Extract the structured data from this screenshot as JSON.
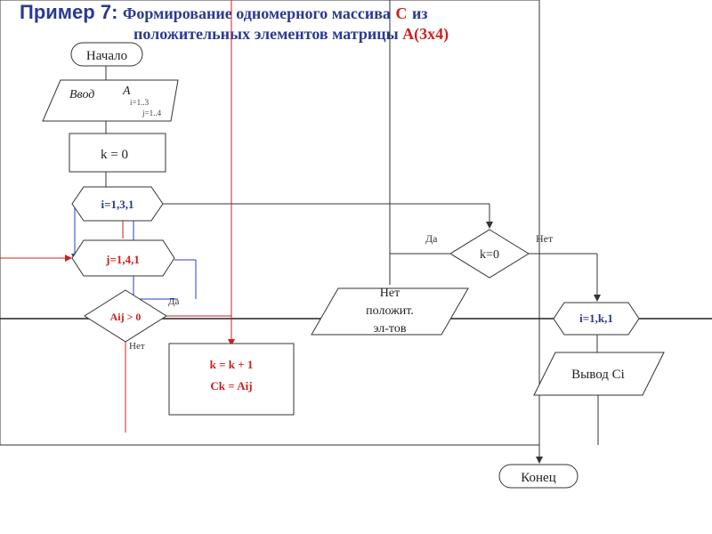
{
  "title": {
    "label": "Пример 7:",
    "line1": "Формирование одномерного массива",
    "array_name": "C",
    "line1_end": "из",
    "line2": "положительных элементов матрицы",
    "matrix": "A(3x4)"
  },
  "nodes": {
    "start": "Начало",
    "input": "Ввод",
    "input_var": "A",
    "input_sub1": "i=1..3",
    "input_sub2": "j=1..4",
    "init": "k = 0",
    "loop_i": "i=1,3,1",
    "loop_j": "j=1,4,1",
    "cond": "Aij > 0",
    "assign1": "k = k + 1",
    "assign2": "Ck = Aij",
    "check": "k=0",
    "no_pos_1": "Нет",
    "no_pos_2": "положит.",
    "no_pos_3": "эл-тов",
    "loop_out": "i=1,k,1",
    "output": "Вывод Ci",
    "end": "Конец"
  },
  "edge_labels": {
    "cond_yes": "Да",
    "cond_no": "Нет",
    "check_yes": "Да",
    "check_no": "Нет"
  },
  "colors": {
    "title": "#2b3a8f",
    "accent": "#cc2020",
    "loop_line": "#2040c0",
    "line": "#333333"
  }
}
